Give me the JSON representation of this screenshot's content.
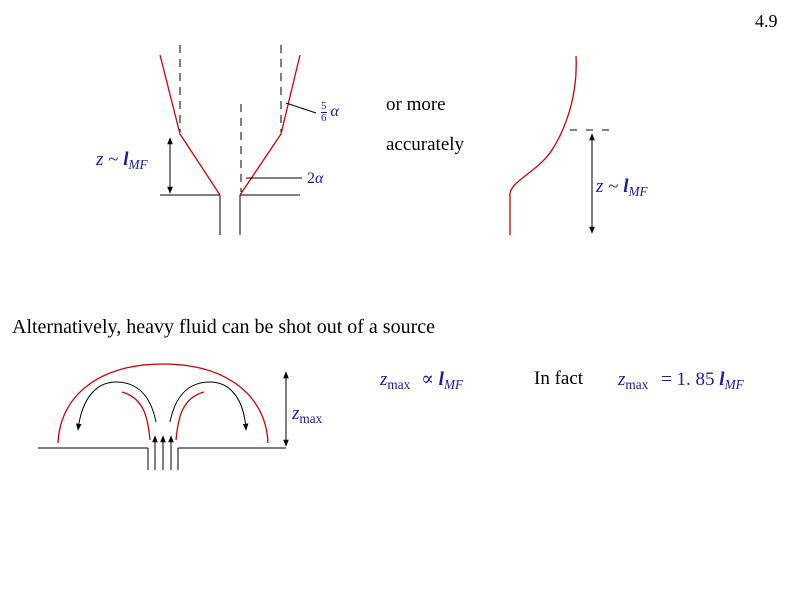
{
  "slide": {
    "page_number": "4.9",
    "or_more": "or more",
    "accurately": "accurately",
    "alt_sentence": "Alternatively, heavy fluid can be shot out of a source",
    "in_fact": "In fact"
  },
  "labels": {
    "z_sim_1": {
      "z": "z",
      "sim": "~",
      "l": "l",
      "sub": "MF"
    },
    "z_sim_2": {
      "z": "z",
      "sim": "~",
      "l": "l",
      "sub": "MF"
    },
    "five_sixths": {
      "num": "5",
      "den": "6",
      "alpha": "α"
    },
    "two_alpha": {
      "two": "2",
      "alpha": "α"
    },
    "zmax_side": {
      "z": "z",
      "sub": "max"
    },
    "zmax_prop": {
      "z": "z",
      "sub": "max",
      "prop": "∝",
      "l": "l",
      "lsub": "MF"
    },
    "zmax_eq": {
      "z": "z",
      "sub": "max",
      "eq": "=",
      "val": "1. 85",
      "l": "l",
      "lsub": "MF"
    }
  },
  "colors": {
    "plume": "#d00000",
    "line": "#000000",
    "math": "#1a1aa6"
  }
}
